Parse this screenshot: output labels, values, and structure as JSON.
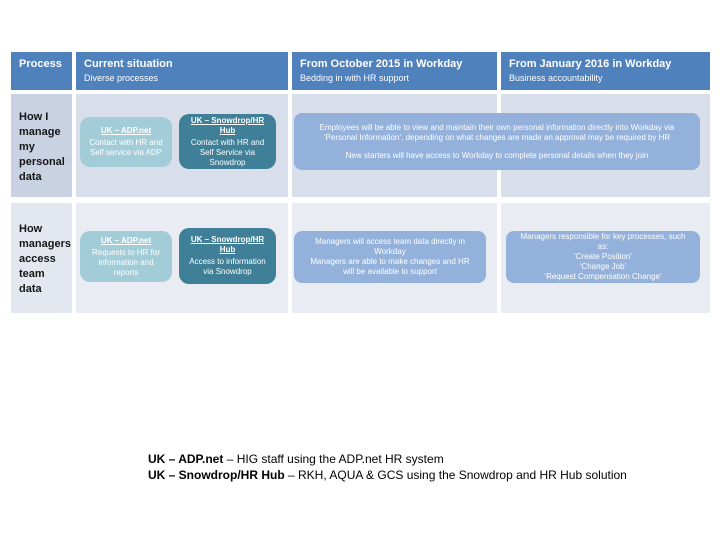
{
  "table": {
    "header": {
      "process": {
        "title": "Process"
      },
      "current": {
        "title": "Current situation",
        "subtitle": "Diverse processes"
      },
      "october": {
        "title": "From October 2015 in Workday",
        "subtitle": "Bedding in with HR support"
      },
      "january": {
        "title": "From January 2016 in Workday",
        "subtitle": "Business accountability"
      }
    },
    "rows": [
      {
        "label": "How I manage my personal data",
        "adp_box": {
          "title": "UK – ADP.net",
          "body": "Contact with HR and Self service via ADP"
        },
        "snowdrop_box": {
          "title": "UK – Snowdrop/HR Hub",
          "body": "Contact with HR and Self Service via Snowdrop"
        },
        "workday_box": {
          "para1": "Employees will be able to view and maintain their own personal information directly into Workday via ‘Personal Information’, depending on what changes are made an approval may be required by HR",
          "para2": "New starters will have access to Workday to complete personal details when they join"
        }
      },
      {
        "label": "How managers access team data",
        "adp_box": {
          "title": "UK – ADP.net",
          "body": "Requests to HR for information and reports"
        },
        "snowdrop_box": {
          "title": "UK – Snowdrop/HR Hub",
          "body": "Access to information via Snowdrop"
        },
        "october_box": "Managers will access team data directly in Workday\nManagers are able to make changes and HR will be available to support",
        "january_box": "Managers responsible for key processes, such as:\n‘Create Position’\n‘Change Job’\n‘Request Compensation Change’"
      }
    ]
  },
  "footnote": {
    "line1_bold": "UK – ADP.net",
    "line1_rest": " – HIG staff using the ADP.net HR system",
    "line2_bold": "UK – Snowdrop/HR Hub",
    "line2_rest": " – RKH, AQUA & GCS using the Snowdrop and HR Hub solution"
  },
  "colors": {
    "header_blue": "#4f81bd",
    "band_row1": "#d8dfeb",
    "band_row2": "#e9ecf2",
    "teal_light": "#a2ccd8",
    "teal_dark": "#3f7f97",
    "workday_blue": "#93b1db"
  }
}
